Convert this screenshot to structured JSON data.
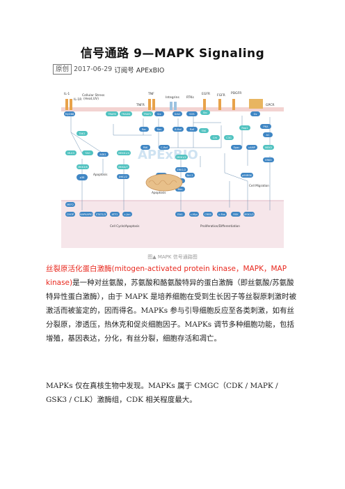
{
  "title": "信号通路 9—MAPK Signaling",
  "meta": {
    "badge": "原创",
    "date": "2017-06-29",
    "author": "订阅号 APExBIO"
  },
  "figure": {
    "caption": "图▲ MAPK 信号通路图",
    "watermark": "APExBIO",
    "labels": {
      "il1": "IL-1",
      "il1r": "IL-1R",
      "stress": "Cellular Stress",
      "stress2": "(Heat,UV)",
      "tnf": "TNF",
      "tnfr": "TNFR",
      "integrins": "Integrins",
      "rtks": "RTKs",
      "egfr": "EGFR",
      "fgfr": "FGFR",
      "pdgfr": "PDGFR",
      "gpcr": "GPCR",
      "apoptosis": "Apoptosis",
      "apoptosis2": "Apoptosis",
      "cellmigration": "Cell Migration",
      "cellcycle": "Cell Cycle/Apoptosis",
      "prolif": "Proliferation/Differentiation"
    },
    "nodes": [
      "MyD88",
      "TRAF6",
      "TRADD",
      "TRAF2",
      "Src",
      "Grb2",
      "SOS",
      "Shc",
      "Gs",
      "Ras",
      "PKA",
      "Rap1",
      "B-Raf",
      "Raf",
      "C-Raf",
      "MEK1/2",
      "ERK1/2",
      "p38",
      "JNK1/2",
      "ASK1",
      "MKK3/6",
      "MKK4/7",
      "TAK1",
      "MLK3",
      "TAO",
      "MEKK1/4",
      "PAK",
      "Rac",
      "PI3K",
      "FAK",
      "Elk1",
      "c-Myc",
      "CREB",
      "c-Fos",
      "RSK",
      "MSK1/2",
      "STAT1/3",
      "ATF2",
      "c-Jun",
      "MAPKAPK2",
      "CHOP",
      "MEF2",
      "ERK5",
      "MEK5",
      "Bad",
      "Bcl-2",
      "Bcl-XL",
      "Bim",
      "p90RSK",
      "AC",
      "cAMP",
      "Epac",
      "Crk",
      "C3G"
    ]
  },
  "para1": {
    "term": "丝裂原活化蛋白激酶(mitogen-activated protein kinase，MAPK，MAP kinase)",
    "text": "是一种对丝氨酸，苏氨酸和酪氨酸特异的蛋白激酶（即丝氨酸/苏氨酸特异性蛋白激酶），由于 MAPK 是培养细胞在受到生长因子等丝裂原刺激时被激活而被鉴定的，因而得名。MAPKs 参与引导细胞反应至各类刺激，如有丝分裂原，渗透压，热休克和促炎细胞因子。MAPKs 调节多种细胞功能，包括增殖，基因表达，分化，有丝分裂，细胞存活和凋亡。"
  },
  "para2": {
    "text": "MAPKs 仅在真核生物中发现。MAPKs 属于 CMGC（CDK / MAPK / GSK3 / CLK）激酶组，CDK 相关程度最大。"
  }
}
